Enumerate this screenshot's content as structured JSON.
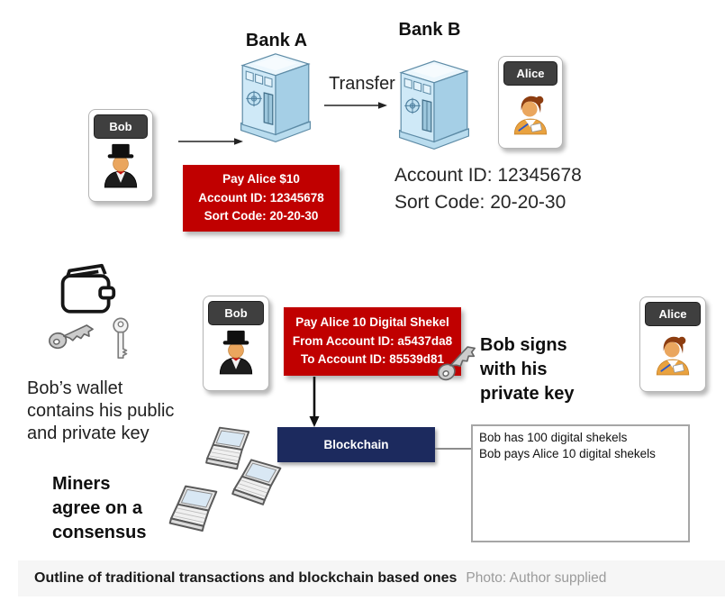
{
  "top_section": {
    "bob_card_label": "Bob",
    "alice_card_label": "Alice",
    "bank_a_label": "Bank A",
    "bank_b_label": "Bank B",
    "transfer_label": "Transfer",
    "payment_note_lines": [
      "Pay Alice $10",
      "Account ID: 12345678",
      "Sort Code: 20-20-30"
    ],
    "account_details_lines": [
      "Account ID: 12345678",
      "Sort Code: 20-20-30"
    ]
  },
  "bottom_section": {
    "bob_card_label": "Bob",
    "alice_card_label": "Alice",
    "wallet_note_lines": [
      "Bob’s wallet",
      "contains his public",
      "and private key"
    ],
    "miners_note_lines": [
      "Miners",
      "agree on a",
      "consensus"
    ],
    "transaction_note_lines": [
      "Pay Alice 10 Digital Shekel",
      "From Account ID: a5437da8",
      "To Account ID: 85539d81"
    ],
    "signs_note_lines": [
      "Bob signs",
      "with his",
      "private key"
    ],
    "blockchain_label": "Blockchain",
    "ledger_lines": [
      "Bob has 100 digital shekels",
      "Bob pays Alice 10 digital shekels"
    ]
  },
  "caption": {
    "title": "Outline of traditional transactions and blockchain based ones",
    "credit": "Photo: Author supplied"
  },
  "icons": {
    "bob": "man-tophat-icon",
    "alice": "woman-writing-icon",
    "bank": "bank-vault-icon",
    "wallet": "wallet-icon",
    "public_key": "key-icon",
    "private_key": "key-icon",
    "signing_key": "key-icon",
    "miner": "laptop-icon",
    "flow_arrow": "arrow-icon"
  },
  "colors": {
    "note_red": "#c00000",
    "blockchain_navy": "#1c2a5e",
    "card_label_gray": "#3f3f3f",
    "bank_blue": "#cfe9f7",
    "caption_bg": "#f6f6f6",
    "caption_text": "#1a1a1a",
    "credit_gray": "#9b9b9b"
  }
}
